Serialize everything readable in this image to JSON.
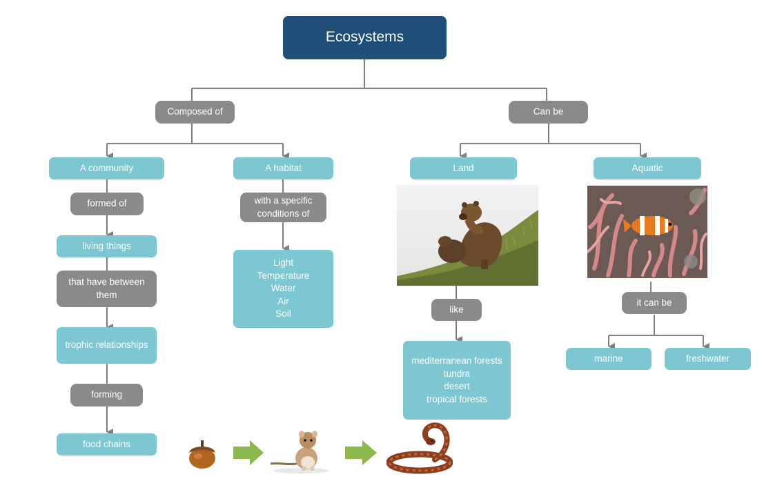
{
  "root": "Ecosystems",
  "branches": {
    "composed_of": "Composed of",
    "can_be": "Can be"
  },
  "community": {
    "title": "A community",
    "formed_of": "formed of",
    "living_things": "living things",
    "that_have_between": "that have between them",
    "trophic": "trophic relationships",
    "forming": "forming",
    "food_chains": "food chains"
  },
  "habitat": {
    "title": "A habitat",
    "with_specific": "with a specific conditions of",
    "conditions": [
      "Light",
      "Temperature",
      "Water",
      "Air",
      "Soil"
    ]
  },
  "land": {
    "title": "Land",
    "like": "like",
    "types": [
      "mediterranean forests",
      "tundra",
      "desert",
      "tropical forests"
    ]
  },
  "aquatic": {
    "title": "Aquatic",
    "it_can_be": "it can be",
    "marine": "marine",
    "freshwater": "freshwater"
  },
  "icons": {
    "land_photo": "bear-photo",
    "aquatic_photo": "clownfish-photo",
    "chain": [
      "acorn-icon",
      "right-arrow-icon",
      "gerbil-icon",
      "right-arrow-icon",
      "snake-icon"
    ]
  },
  "colors": {
    "root": "#1f4e79",
    "concept": "#7cc7d2",
    "linker": "#8a8a8a",
    "connector": "#7f7f7f",
    "chain_arrow": "#8cb84e"
  }
}
